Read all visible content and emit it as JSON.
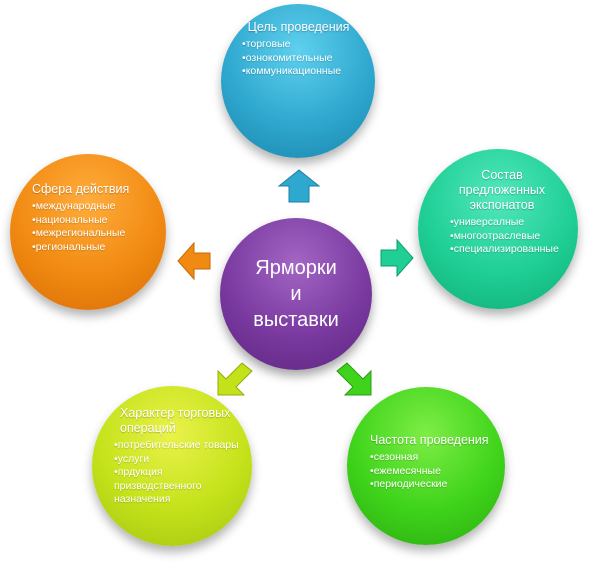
{
  "center": {
    "title": "Ярморки\nи\nвыставки"
  },
  "goal": {
    "title": "Цель проведения",
    "items": [
      "торговые",
      "ознокомительные",
      "коммуникационные"
    ]
  },
  "exhibits": {
    "title": "Состав предложенных экспонатов",
    "items": [
      "универсалные",
      "многоотраслевые",
      "специализированные"
    ]
  },
  "frequency": {
    "title": "Частота проведения",
    "items": [
      "сезонная",
      "ежемесячные",
      "периодические"
    ]
  },
  "operations": {
    "title": "Характер торговых операций",
    "items": [
      "потребительские товары",
      "услуги",
      "прдукция призводственного назначения"
    ]
  },
  "scope": {
    "title": "Сфера действия",
    "items": [
      "международные",
      "национальные",
      "межрегиональные",
      "региональные"
    ]
  },
  "colors": {
    "center": "#7a3aa0",
    "goal": "#2fa8cf",
    "exhibits": "#1fcf95",
    "frequency": "#3fd41b",
    "operations": "#c4e21a",
    "scope": "#f18a12"
  }
}
